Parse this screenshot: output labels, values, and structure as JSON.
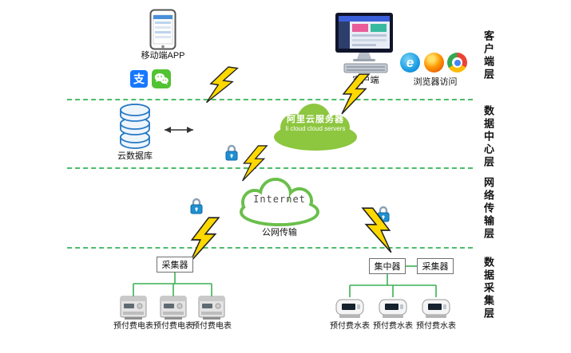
{
  "layers": [
    {
      "label": "客户端层"
    },
    {
      "label": "数据中心层"
    },
    {
      "label": "网络传输层"
    },
    {
      "label": "数据采集层"
    }
  ],
  "client_layer": {
    "mobile_app_label": "移动端APP",
    "alipay_char": "支",
    "ie_char": "e",
    "client_label": "客户端",
    "browser_label": "浏览器访问"
  },
  "data_center": {
    "cloud_db_label": "云数据库",
    "ali_cloud_title": "阿里云服务器",
    "ali_cloud_subtitle": "li cloud  cloud servers"
  },
  "network": {
    "internet_label": "Internet",
    "public_label": "公网传输"
  },
  "collection": {
    "collector_left_label": "采集器",
    "concentrator_label": "集中器",
    "collector_right_label": "采集器",
    "electric_meters": [
      "预付费电表",
      "预付费电表",
      "预付费电表"
    ],
    "water_meters": [
      "预付费水表",
      "预付费水表",
      "预付费水表"
    ]
  },
  "colors": {
    "layer_line_green": "#4cbd6a",
    "connector_green": "#3cb054",
    "ali_cloud_green": "#8dc63f",
    "internet_cloud_stroke": "#6abf4b",
    "bolt_yellow": "#ffd800",
    "lock_blue": "#1f8fd0",
    "alipay_blue": "#1677ff",
    "wechat_green": "#51c332"
  }
}
